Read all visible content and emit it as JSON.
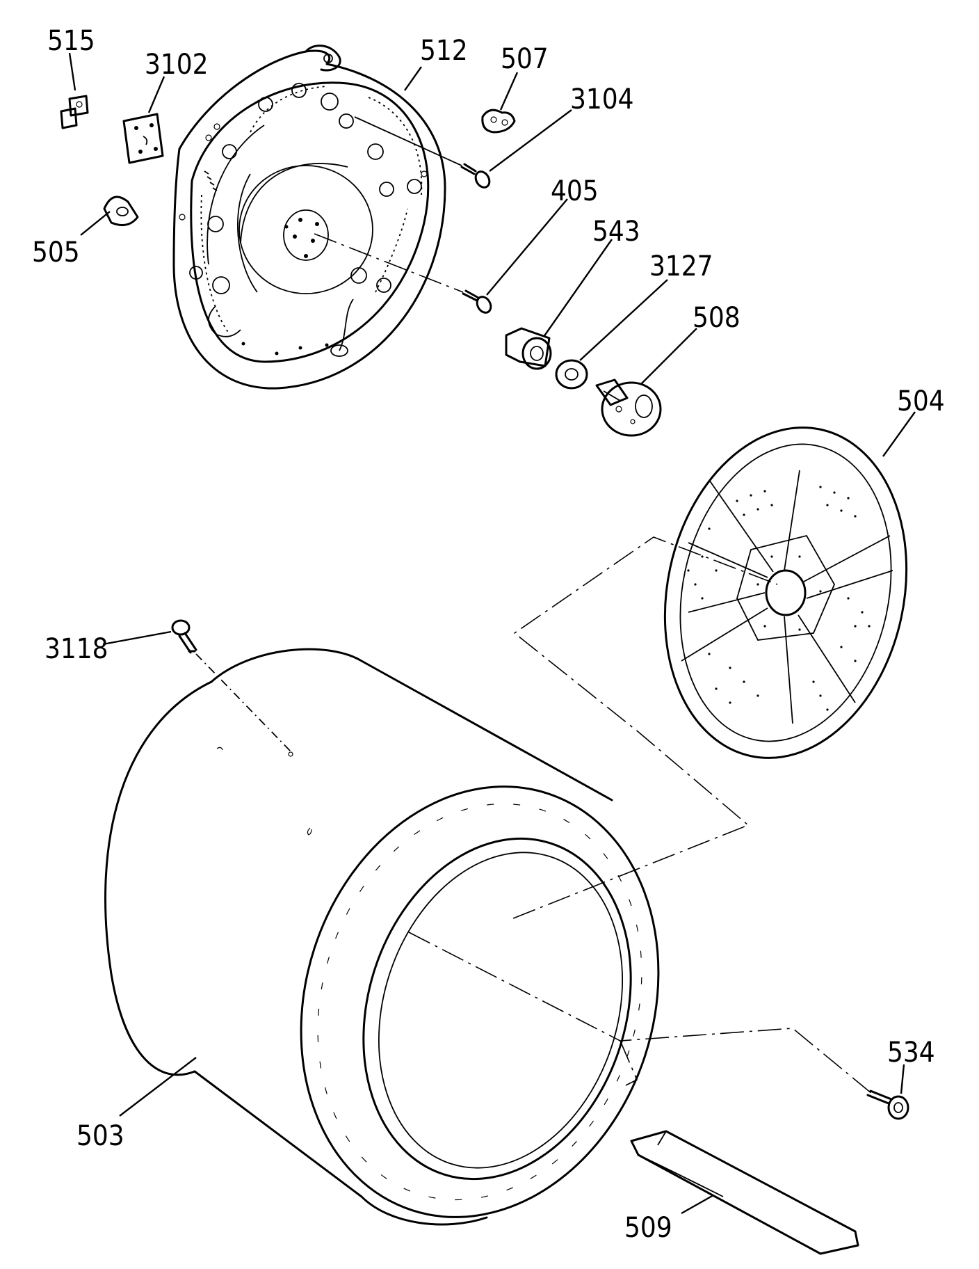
{
  "callouts": {
    "c515": "515",
    "c3102": "3102",
    "c512": "512",
    "c507": "507",
    "c3104": "3104",
    "c505": "505",
    "c405": "405",
    "c543": "543",
    "c3127": "3127",
    "c508": "508",
    "c504": "504",
    "c3118": "3118",
    "c534": "534",
    "c503": "503",
    "c509": "509"
  }
}
